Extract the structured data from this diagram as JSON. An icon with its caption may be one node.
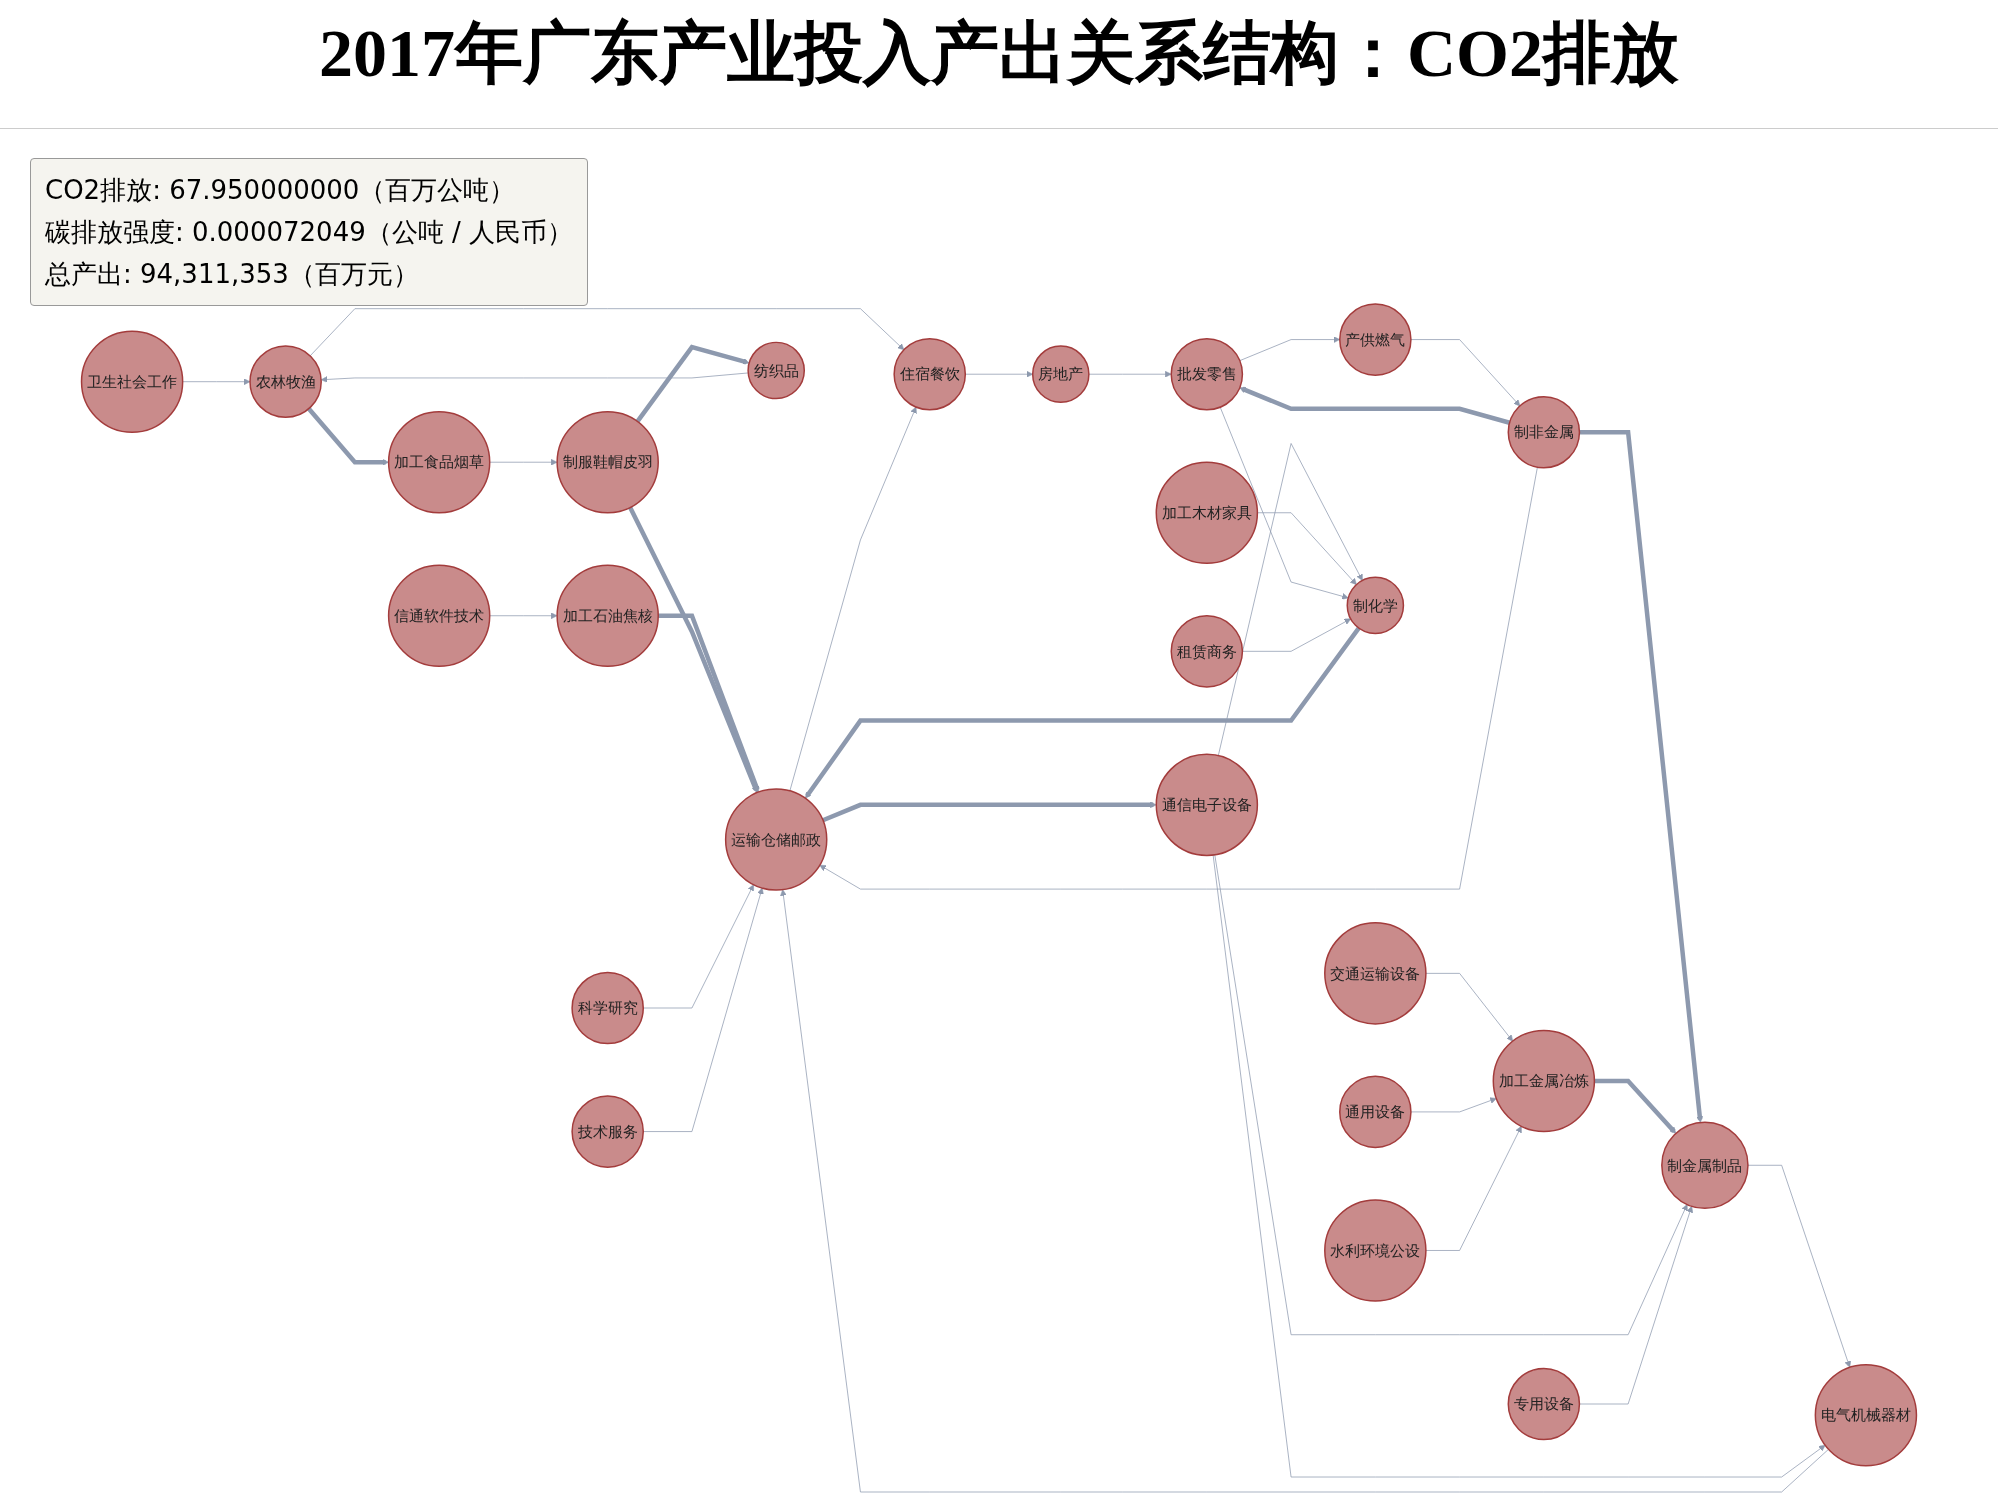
{
  "diagram": {
    "title": "2017年广东产业投入产出关系结构：CO2排放",
    "nodes": [
      {
        "text": [
          "信通软件技术"
        ]
      },
      {
        "text": [
          "租赁商务"
        ]
      },
      {
        "text": [
          "房地产"
        ]
      },
      {
        "text": [
          "水利环境公设"
        ]
      },
      {
        "text": [
          "科学研究"
        ]
      },
      {
        "text": [
          "技术服务"
        ]
      },
      {
        "text": [
          "加工石油焦核"
        ]
      },
      {
        "text": [
          "卫生社会工作"
        ]
      },
      {
        "text": [
          "加工食品烟草"
        ]
      },
      {
        "text": [
          "住宿餐饮"
        ]
      },
      {
        "text": [
          "电气机械器材"
        ]
      },
      {
        "text": [
          "交通运输设备"
        ]
      },
      {
        "text": [
          "农林牧渔"
        ]
      },
      {
        "text": [
          "运输仓储邮政"
        ]
      },
      {
        "text": [
          "制化学"
        ]
      },
      {
        "text": [
          "加工金属冶炼"
        ]
      },
      {
        "text": [
          "通信电子设备"
        ]
      },
      {
        "text": [
          "制服鞋帽皮羽"
        ]
      },
      {
        "text": [
          "产供燃气"
        ]
      },
      {
        "text": [
          "通用设备"
        ]
      },
      {
        "text": [
          "批发零售"
        ]
      },
      {
        "text": [
          "制金属制品"
        ]
      },
      {
        "text": [
          "纺织品"
        ]
      },
      {
        "text": [
          "加工木材家具"
        ]
      },
      {
        "text": [
          "制非金属"
        ]
      },
      {
        "text": [
          "专用设备"
        ]
      }
    ],
    "edges": [
      {
        "from": 6,
        "to": 13,
        "arrow": "to",
        "style": "thick"
      },
      {
        "from": 14,
        "to": 13,
        "arrow": "to",
        "style": "thick"
      },
      {
        "from": 17,
        "to": 13,
        "arrow": "to",
        "style": "thick"
      },
      {
        "from": 24,
        "to": 20,
        "arrow": "to",
        "style": "thick"
      },
      {
        "from": 24,
        "to": 21,
        "arrow": "to",
        "style": "thick"
      },
      {
        "from": 13,
        "to": 16,
        "arrow": "to",
        "style": "thick"
      },
      {
        "from": 16,
        "to": 14,
        "arrow": "to"
      },
      {
        "from": 12,
        "to": 8,
        "arrow": "to",
        "style": "thick"
      },
      {
        "from": 8,
        "to": 17,
        "arrow": "to"
      },
      {
        "from": 12,
        "to": 9,
        "arrow": "to"
      },
      {
        "from": 9,
        "to": 2,
        "arrow": "to"
      },
      {
        "from": 4,
        "to": 13,
        "arrow": "to"
      },
      {
        "from": 10,
        "to": 13,
        "arrow": "to"
      },
      {
        "from": 11,
        "to": 15,
        "arrow": "to"
      },
      {
        "from": 15,
        "to": 21,
        "arrow": "to",
        "style": "thick"
      },
      {
        "from": 16,
        "to": 21,
        "arrow": "to"
      },
      {
        "from": 20,
        "to": 18,
        "arrow": "to"
      },
      {
        "from": 18,
        "to": 24,
        "arrow": "to"
      },
      {
        "from": 22,
        "to": 12,
        "arrow": "to"
      },
      {
        "from": 23,
        "to": 14,
        "arrow": "to"
      },
      {
        "from": 25,
        "to": 21,
        "arrow": "to"
      },
      {
        "from": 19,
        "to": 15,
        "arrow": "to"
      },
      {
        "from": 13,
        "to": 9,
        "arrow": "to"
      },
      {
        "from": 20,
        "to": 14,
        "arrow": "to"
      },
      {
        "from": 17,
        "to": 22,
        "arrow": "to",
        "style": "thick"
      },
      {
        "from": 0,
        "to": 6,
        "arrow": "to"
      },
      {
        "from": 5,
        "to": 13,
        "arrow": "to"
      },
      {
        "from": 1,
        "to": 14,
        "arrow": "to"
      },
      {
        "from": 7,
        "to": 12,
        "arrow": "to"
      },
      {
        "from": 21,
        "to": 10,
        "arrow": "to"
      },
      {
        "from": 16,
        "to": 10,
        "arrow": "to"
      },
      {
        "from": 24,
        "to": 13,
        "arrow": "to"
      },
      {
        "from": 3,
        "to": 15,
        "arrow": "to"
      },
      {
        "from": 2,
        "to": 20,
        "arrow": "to"
      }
    ],
    "labels": [
      "CO2排放: 67.950000000（百万公吨）",
      "碳排放强度: 0.000072049（公吨 / 人民币）",
      "总产出: 94,311,353（百万元）"
    ]
  }
}
